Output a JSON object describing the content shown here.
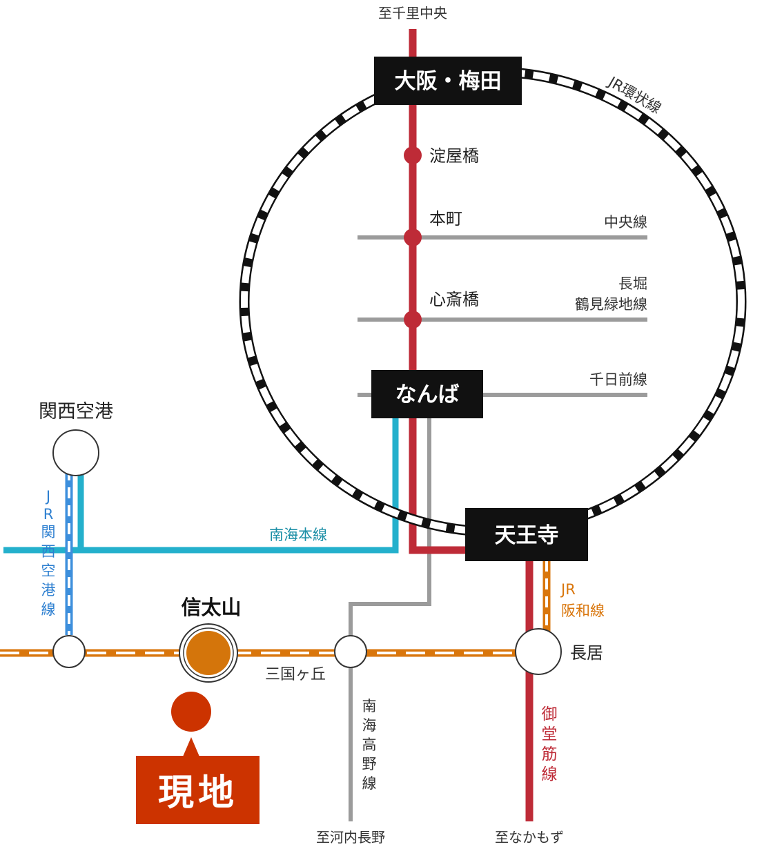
{
  "destinations": {
    "north": "至千里中央",
    "south_kawachinagano": "至河内長野",
    "south_nakamozu": "至なかもず"
  },
  "major_stations": {
    "umeda": "大阪・梅田",
    "namba": "なんば",
    "tennoji": "天王寺"
  },
  "stations": {
    "yodoyabashi": "淀屋橋",
    "honmachi": "本町",
    "shinsaibashi": "心斎橋",
    "kansai_airport": "関西空港",
    "shinodayama": "信太山",
    "mikunigaoka": "三国ヶ丘",
    "nagai": "長居"
  },
  "lines": {
    "jr_loop": "JR環状線",
    "chuo": "中央線",
    "nagahori_1": "長堀",
    "nagahori_2": "鶴見緑地線",
    "sennichimae": "千日前線",
    "nankai_main": "南海本線",
    "jr_kansai_airport": [
      "J",
      "R",
      "関",
      "西",
      "空",
      "港",
      "線"
    ],
    "jr_hanwa_1": "JR",
    "jr_hanwa_2": "阪和線",
    "nankai_koya": [
      "南",
      "海",
      "高",
      "野",
      "線"
    ],
    "midosuji": [
      "御",
      "堂",
      "筋",
      "線"
    ]
  },
  "current_location": {
    "label": "現地"
  },
  "colors": {
    "midosuji_red": "#be2b37",
    "subway_gray": "#9b9b9b",
    "nankai_blue": "#24b0cc",
    "jr_airport_blue": "#3d8fdc",
    "jr_hanwa_orange": "#d9760c",
    "here_marker": "#cc3300",
    "station_box": "#111111"
  },
  "icons": {
    "station": "station-circle-icon",
    "current_location": "location-pin-icon"
  }
}
